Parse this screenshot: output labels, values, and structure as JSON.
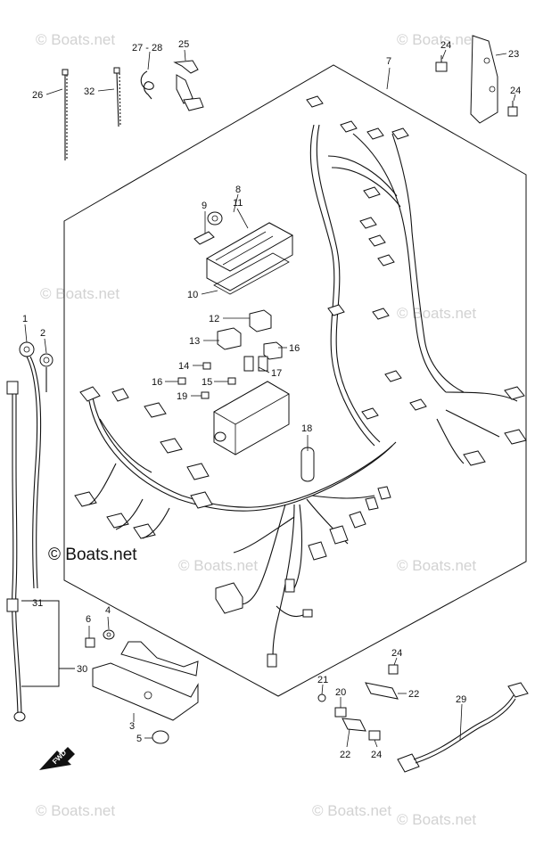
{
  "watermarks": [
    "© Boats.net",
    "© Boats.net",
    "© Boats.net",
    "© Boats.net",
    "© Boats.net",
    "© Boats.net",
    "© Boats.net",
    "© Boats.net",
    "© Boats.net"
  ],
  "watermark_main": "© Boats.net",
  "fwd_label": "FWD",
  "callouts": [
    "24",
    "23",
    "24",
    "25",
    "27 - 28",
    "26",
    "32",
    "7",
    "8",
    "9",
    "11",
    "10",
    "12",
    "13",
    "16",
    "14",
    "16",
    "15",
    "17",
    "19",
    "18",
    "1",
    "2",
    "31",
    "30",
    "6",
    "4",
    "3",
    "5",
    "24",
    "22",
    "21",
    "20",
    "29",
    "22",
    "24"
  ]
}
